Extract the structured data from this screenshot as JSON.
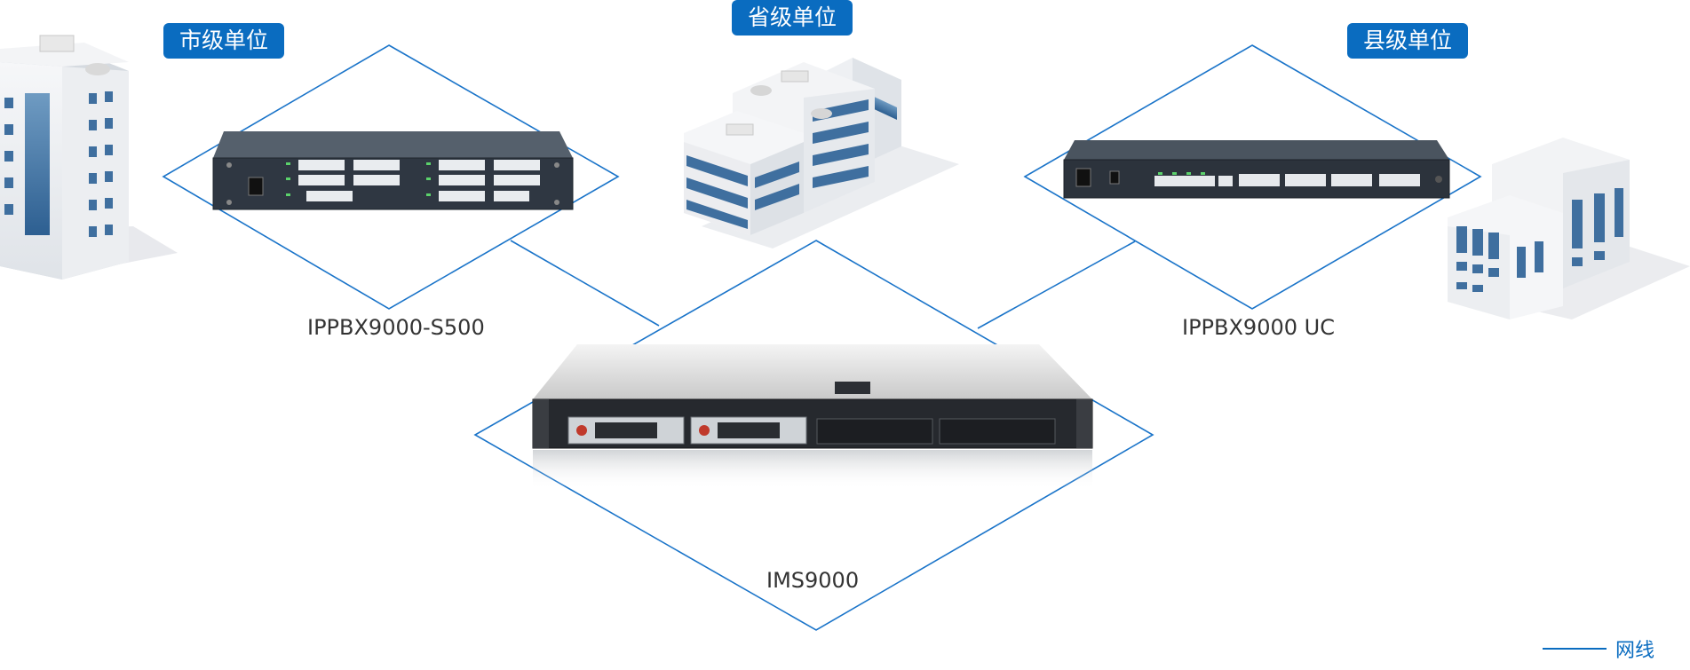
{
  "units": {
    "city": "市级单位",
    "province": "省级单位",
    "county": "县级单位"
  },
  "devices": {
    "left": "IPPBX9000-S500",
    "center": "IMS9000",
    "right": "IPPBX9000 UC"
  },
  "legend": {
    "network_line": "网线"
  },
  "colors": {
    "accent": "#0a6cc0",
    "line": "#1a74c9"
  }
}
